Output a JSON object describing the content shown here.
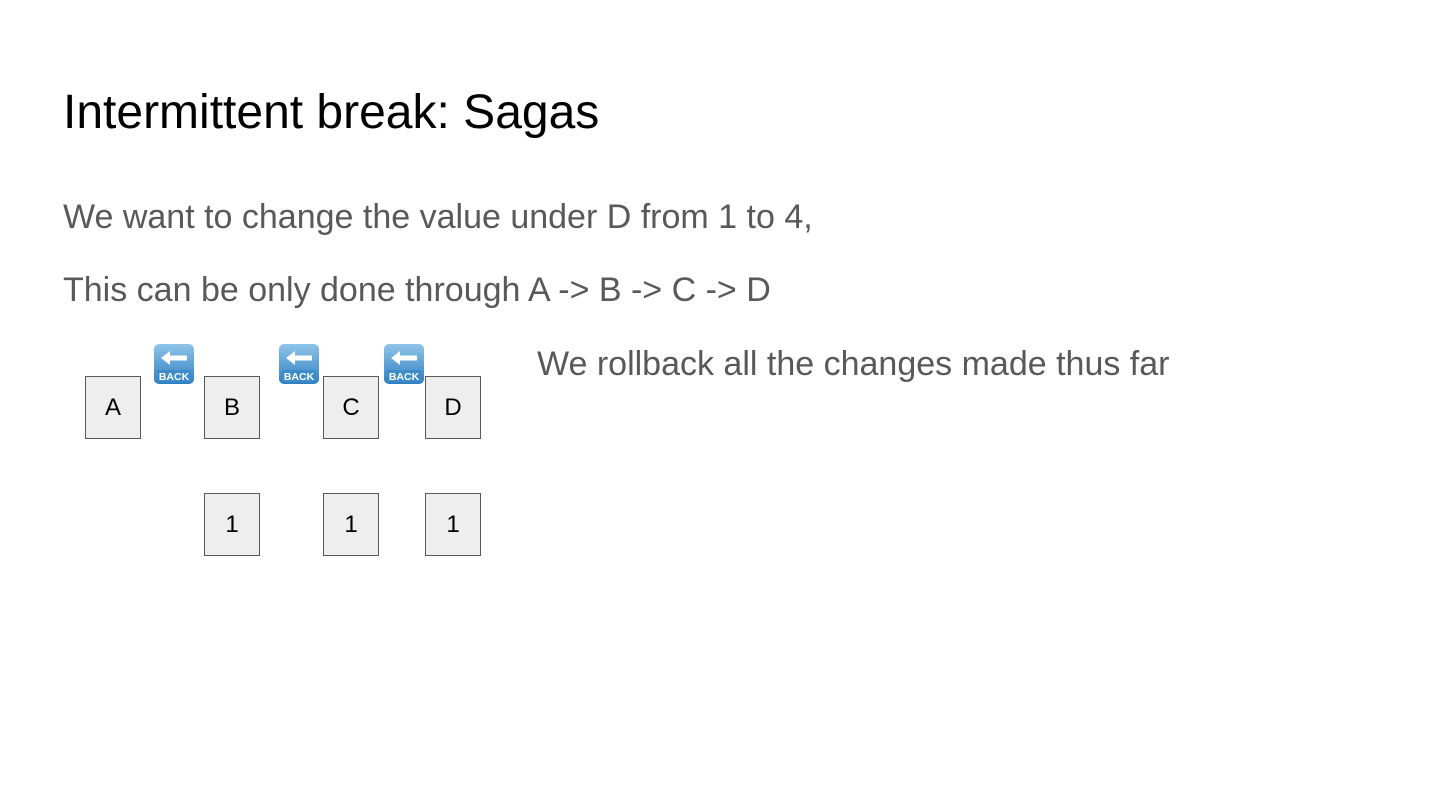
{
  "slide": {
    "title": "Intermittent break: Sagas",
    "lines": [
      "We want to change the value under D from 1 to 4,",
      "This can be only done through A -> B -> C -> D"
    ],
    "note": "We rollback all the changes made thus far"
  },
  "diagram": {
    "services": [
      "A",
      "B",
      "C",
      "D"
    ],
    "values": [
      "1",
      "1",
      "1"
    ],
    "back_icon": {
      "name": "back-arrow-icon",
      "label": "BACK",
      "color": "#2f7fc0"
    }
  }
}
